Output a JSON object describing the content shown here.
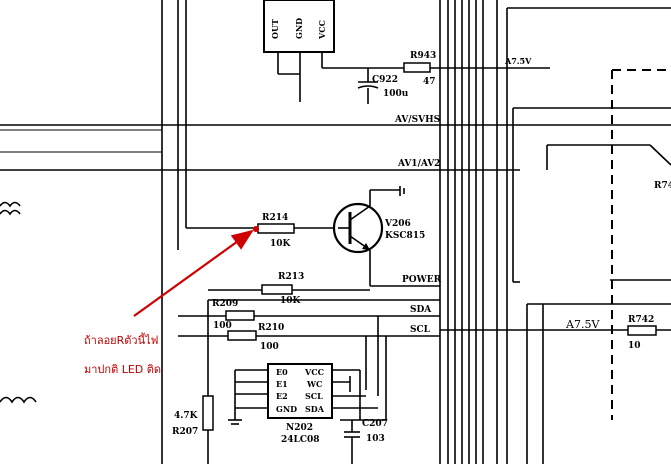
{
  "chip_top": {
    "pin1": "OUT",
    "pin2": "GND",
    "pin3": "VCC"
  },
  "r943": {
    "ref": "R943",
    "value": "47"
  },
  "c922": {
    "ref": "C922",
    "value": "100u"
  },
  "nets": {
    "a75v_top": "A7.5V",
    "av_svhs": "AV/SVHS",
    "av1_av2": "AV1/AV2",
    "power": "POWER",
    "sda": "SDA",
    "scl": "SCL",
    "a75v_box": "A7.5V"
  },
  "r214": {
    "ref": "R214",
    "value": "10K"
  },
  "v206": {
    "ref": "V206",
    "value": "KSC815"
  },
  "r213": {
    "ref": "R213",
    "value": "10K"
  },
  "r209": {
    "ref": "R209",
    "value": "100"
  },
  "r210": {
    "ref": "R210",
    "value": "100"
  },
  "r207": {
    "ref": "R207",
    "value": "4.7K"
  },
  "n202": {
    "ref": "N202",
    "part": "24LC08",
    "pins_left": [
      "E0",
      "E1",
      "E2",
      "GND"
    ],
    "pins_right": [
      "VCC",
      "WC",
      "SCL",
      "SDA"
    ]
  },
  "c207": {
    "ref": "C207",
    "value": "103"
  },
  "r742": {
    "ref": "R742",
    "value": "10"
  },
  "r74_partial": "R74",
  "annotation": {
    "line1": "ถ้าลอยRตัวนี้ไฟ",
    "line2": "มาปกติ LED ติด",
    "color": "#c00000"
  }
}
